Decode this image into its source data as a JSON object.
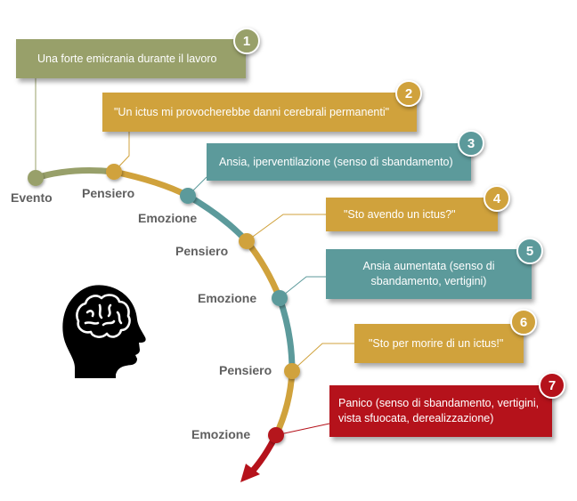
{
  "colors": {
    "olive": "#98a06a",
    "gold": "#d0a23c",
    "teal": "#5c9a9b",
    "red": "#b5121b",
    "label_gray": "#606060"
  },
  "steps": [
    {
      "number": "1",
      "text": "Una forte emicrania durante il lavoro",
      "stage": "Evento"
    },
    {
      "number": "2",
      "text": "\"Un ictus mi provocherebbe danni cerebrali permanenti\"",
      "stage": "Pensiero"
    },
    {
      "number": "3",
      "text": "Ansia, iperventilazione (senso di sbandamento)",
      "stage": "Emozione"
    },
    {
      "number": "4",
      "text": "\"Sto avendo un ictus?\"",
      "stage": "Pensiero"
    },
    {
      "number": "5",
      "text": "Ansia aumentata (senso di sbandamento, vertigini)",
      "stage": "Emozione"
    },
    {
      "number": "6",
      "text": "\"Sto per morire di un ictus!\"",
      "stage": "Pensiero"
    },
    {
      "number": "7",
      "text": "Panico (senso di sbandamento, vertigini, vista sfuocata, derealizzazione)",
      "stage": "Emozione"
    }
  ],
  "icon": "head-brain-icon"
}
